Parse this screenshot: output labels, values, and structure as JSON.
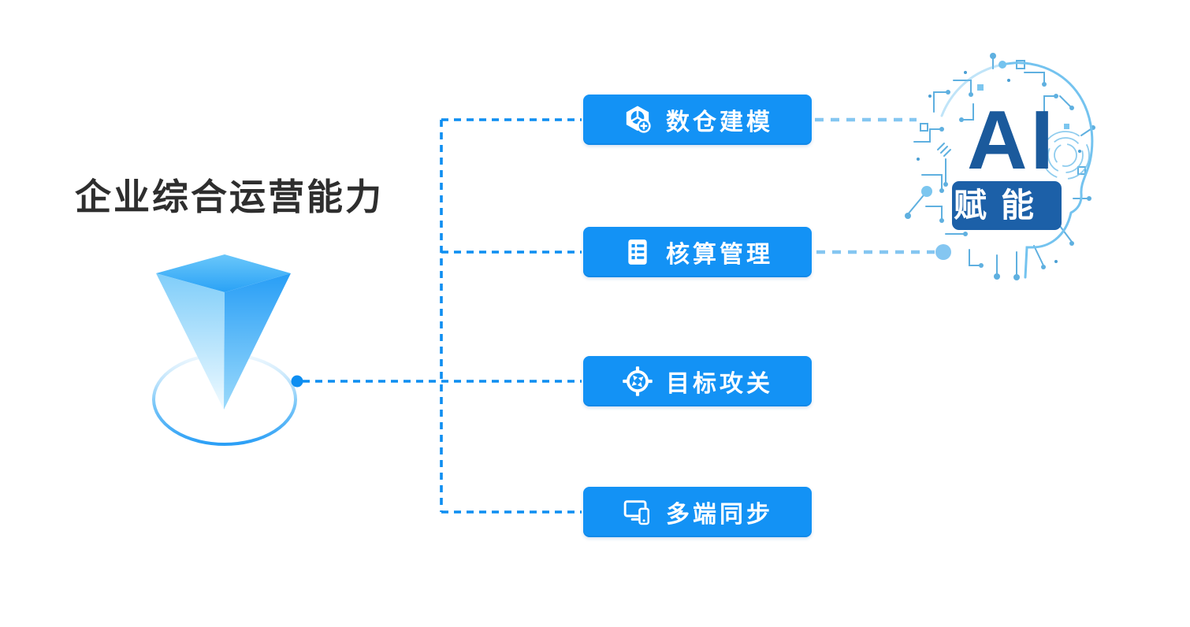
{
  "page": {
    "title": "企业综合运营能力",
    "background": "#ffffff"
  },
  "colors": {
    "button_bg": "#1392f5",
    "button_text": "#ffffff",
    "connector_blue": "#0d8ef1",
    "connector_light_blue": "#84c6f1",
    "title_text": "#2e2e2e",
    "ai_letters": "#1b5a9c",
    "ai_badge_bg": "#1c60a8",
    "ai_badge_text": "#ffffff",
    "head_circuit_blue": "#74c3ef",
    "pyramid_blue": "#2aa2f6"
  },
  "buttons": [
    {
      "label": "数仓建模",
      "icon": "hexagon-node-add-icon"
    },
    {
      "label": "核算管理",
      "icon": "ledger-list-icon"
    },
    {
      "label": "目标攻关",
      "icon": "target-icon"
    },
    {
      "label": "多端同步",
      "icon": "multi-device-sync-icon"
    }
  ],
  "ai_graphic": {
    "headline": "AI",
    "badge": "赋能"
  }
}
